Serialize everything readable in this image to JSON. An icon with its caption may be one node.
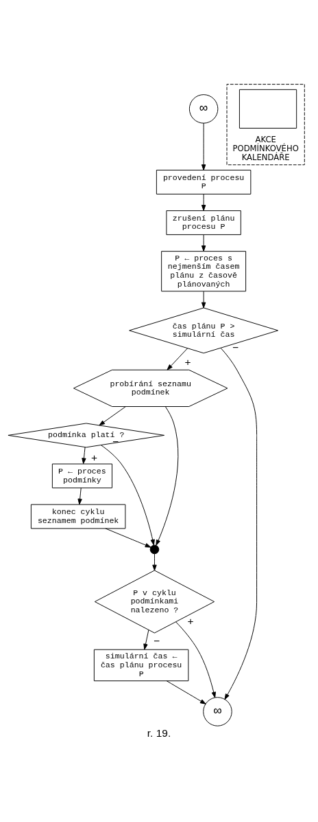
{
  "diagram": {
    "caption": "r. 19.",
    "nodes": [
      {
        "text": [
          "∞"
        ]
      },
      {
        "text": [
          "provedení procesu P"
        ]
      },
      {
        "text": [
          "zrušení plánu procesu P"
        ]
      },
      {
        "text": [
          "P ← proces s nejmenším časem plánu z časově plánovaných"
        ]
      },
      {
        "text": [
          "čas plánu P > simulární čas"
        ]
      },
      {
        "text": [
          "probírání seznamu podmínek"
        ]
      },
      {
        "text": [
          "podmínka platí ?"
        ]
      },
      {
        "text": [
          "P ← proces podmínky"
        ]
      },
      {
        "text": [
          "konec cyklu seznamem podmínek"
        ]
      },
      {
        "text": [],
        "shape": "circle"
      },
      {
        "text": [
          "P v cyklu podmínkami nalezeno ?"
        ]
      },
      {
        "text": [
          "simulární čas ← čas plánu procesu P"
        ]
      },
      {
        "text": [
          "∞"
        ]
      },
      {
        "text": [
          "AKCE PODMÍNKOVÉHO KALENDÁŘE"
        ]
      },
      {
        "text": [],
        "shape": "box",
        "in": 13
      }
    ],
    "edges": [
      {
        "from": 0,
        "to": 1,
        "arrow": "to"
      },
      {
        "from": 1,
        "to": 2,
        "arrow": "to"
      },
      {
        "from": 2,
        "to": 3,
        "arrow": "to"
      },
      {
        "from": 3,
        "to": 4,
        "arrow": "to"
      },
      {
        "from": 4,
        "to": 5,
        "arrow": "to",
        "label": "+"
      },
      {
        "from": 4,
        "to": 12,
        "arrow": "to",
        "label": "−"
      },
      {
        "from": 5,
        "to": 6,
        "arrow": "to"
      },
      {
        "from": 5,
        "to": 9,
        "arrow": "to"
      },
      {
        "from": 6,
        "to": 7,
        "arrow": "to",
        "label": "+"
      },
      {
        "from": 6,
        "to": 9,
        "arrow": "to",
        "label": "−"
      },
      {
        "from": 7,
        "to": 8,
        "arrow": "to"
      },
      {
        "from": 8,
        "to": 9,
        "arrow": "to"
      },
      {
        "from": 9,
        "to": 10,
        "arrow": "to"
      },
      {
        "from": 10,
        "to": 12,
        "arrow": "to",
        "label": "+"
      },
      {
        "from": 10,
        "to": 11,
        "arrow": "to",
        "label": "−"
      },
      {
        "from": 11,
        "to": 12,
        "arrow": "to"
      }
    ]
  }
}
